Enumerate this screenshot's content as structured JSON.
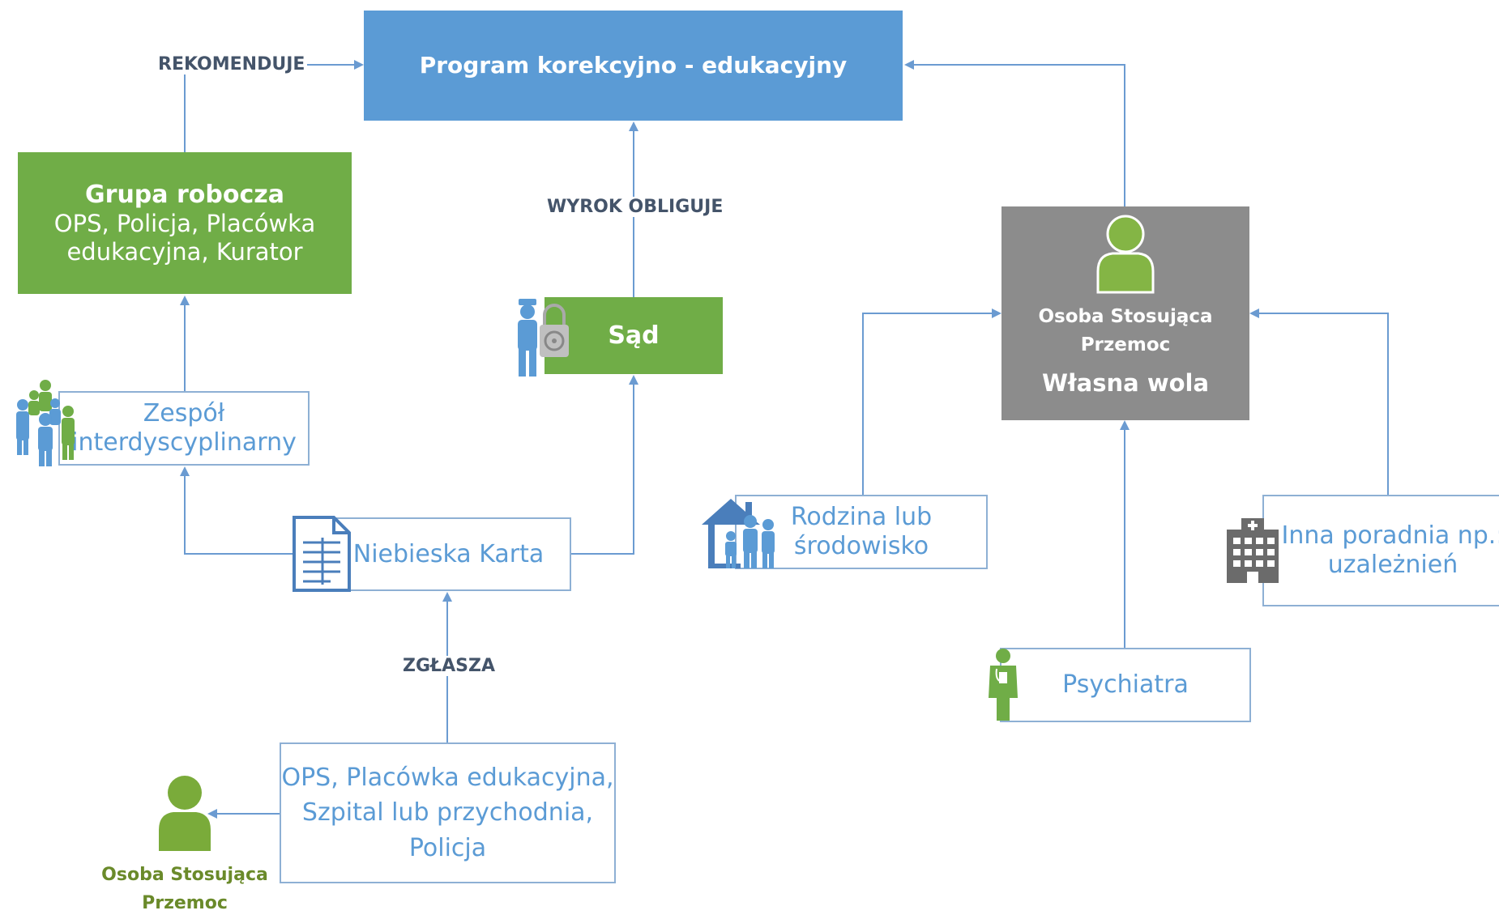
{
  "nodes": {
    "program": "Program korekcyjno - edukacyjny",
    "grupa_title": "Grupa robocza",
    "grupa_line1": "OPS, Policja, Placówka",
    "grupa_line2": "edukacyjna, Kurator",
    "zespol_line1": "Zespół",
    "zespol_line2": "interdyscyplinarny",
    "sad": "Sąd",
    "niebieska": "Niebieska Karta",
    "ops_line1": "OPS, Placówka edukacyjna,",
    "ops_line2": "Szpital lub przychodnia,",
    "ops_line3": "Policja",
    "osoba_gray_line1": "Osoba Stosująca",
    "osoba_gray_line2": "Przemoc",
    "wlasna_wola": "Własna wola",
    "rodzina_line1": "Rodzina lub",
    "rodzina_line2": "środowisko",
    "inna_line1": "Inna poradnia np.:",
    "inna_line2": "uzależnień",
    "psychiatra": "Psychiatra",
    "osoba_bottom_line1": "Osoba Stosująca",
    "osoba_bottom_line2": "Przemoc"
  },
  "edge_labels": {
    "rekomenduje": "REKOMENDUJE",
    "wyrok": "WYROK OBLIGUJE",
    "zglasza": "ZGŁASZA"
  },
  "icons": {
    "team": "team-icon",
    "police_lock": "police-lock-icon",
    "document": "document-icon",
    "family_house": "family-house-icon",
    "hospital": "hospital-icon",
    "doctor": "doctor-icon",
    "person": "person-icon"
  },
  "colors": {
    "blue": "#5b9bd5",
    "green": "#70ad47",
    "gray": "#8c8c8c",
    "arrow": "#6b9bd1"
  }
}
